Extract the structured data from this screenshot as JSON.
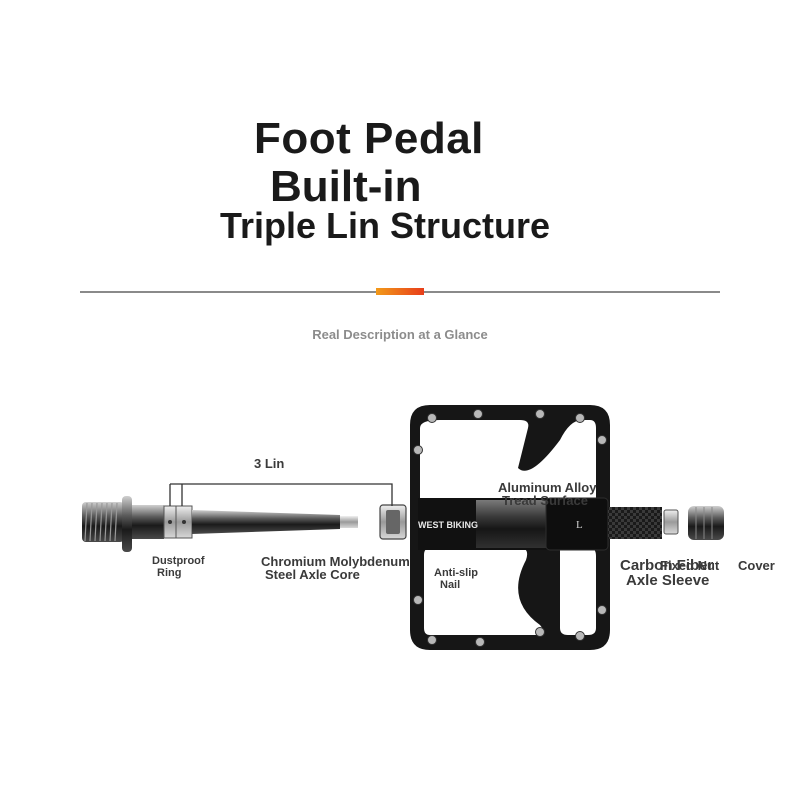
{
  "header": {
    "title_line1": "Foot Pedal",
    "title_line2": "Built-in",
    "title_line3": "Triple Lin Structure",
    "subtitle": "Real Description at a Glance"
  },
  "pedal": {
    "brand_mark": "WEST BIKING",
    "side_mark": "L"
  },
  "labels": {
    "bearing_count": "3 Lin",
    "dustproof_ring": "Dustproof",
    "dustproof_ring_2": "Ring",
    "axle_core": "Chromium Molybdenum",
    "axle_core_2": "Steel Axle Core",
    "tread_surface": "Aluminum Alloy",
    "tread_surface_2": "Tread Surface",
    "anti_slip_nail": "Anti-slip",
    "anti_slip_nail_2": "Nail",
    "axle_sleeve": "Carbon Fiber",
    "axle_sleeve_2": "Axle Sleeve",
    "fixed_nut": "Fixed Nut",
    "cover": "Cover"
  },
  "colors": {
    "accent_start": "#f29a1a",
    "accent_end": "#e83d1a",
    "metal": "#1b1b1b"
  }
}
